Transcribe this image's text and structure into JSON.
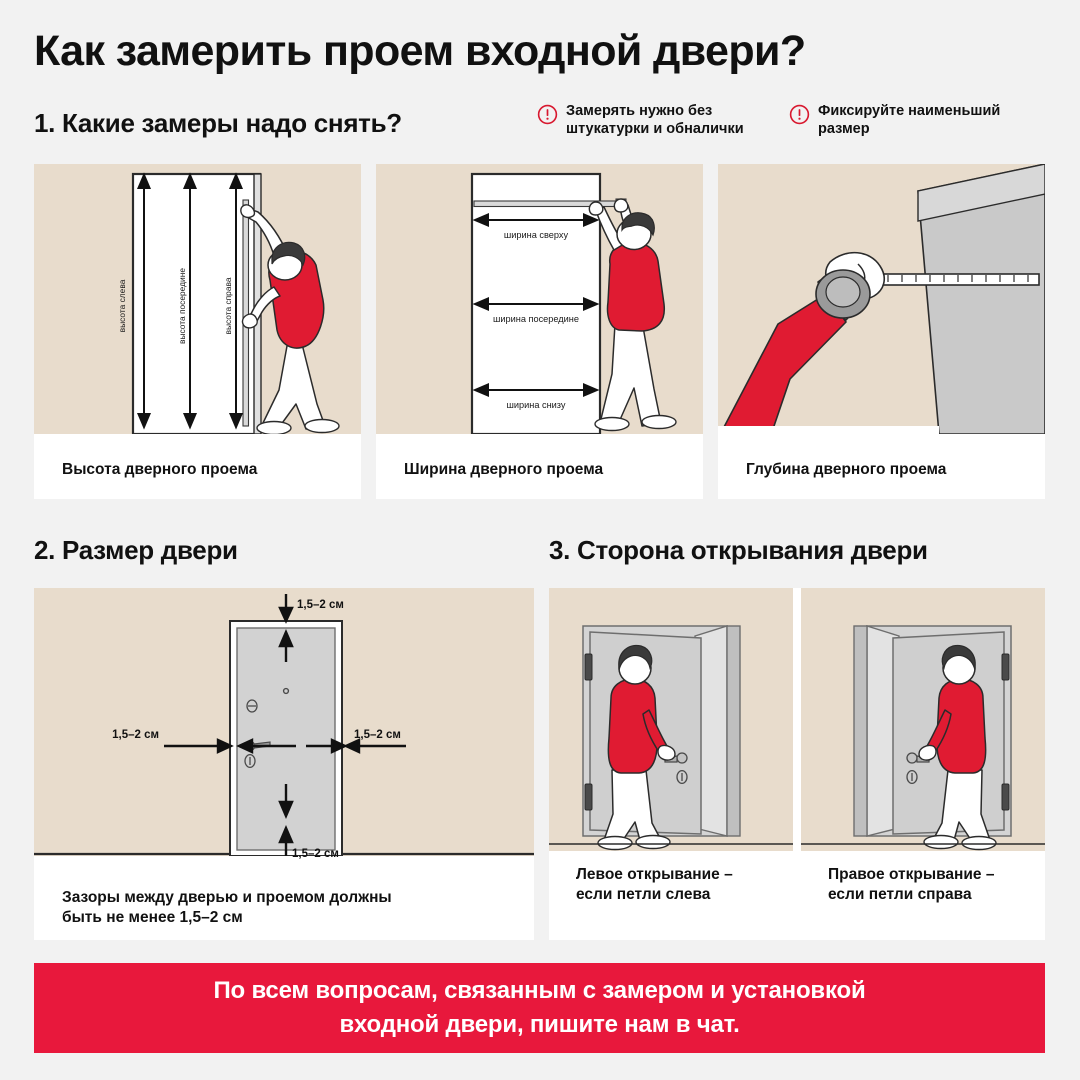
{
  "title": "Как замерить проем входной двери?",
  "steps": {
    "step1": "1. Какие замеры надо снять?",
    "step2": "2. Размер двери",
    "step3": "3. Сторона открывания двери"
  },
  "notes": [
    {
      "icon": "warning-circle-icon",
      "text": "Замерять нужно без штукатурки и обналички"
    },
    {
      "icon": "warning-circle-icon",
      "text": "Фиксируйте наименьший размер"
    }
  ],
  "cards": {
    "height": {
      "caption": "Высота дверного проема",
      "labels": [
        "высота слева",
        "высота посередине",
        "высота справа"
      ]
    },
    "width": {
      "caption": "Ширина дверного проема",
      "labels": [
        "ширина сверху",
        "ширина посередине",
        "ширина снизу"
      ]
    },
    "depth": {
      "caption": "Глубина дверного проема"
    },
    "gaps": {
      "caption": "Зазоры между дверью и проемом должны\nбыть не менее 1,5–2 см",
      "dimensions": {
        "top": "1,5–2 см",
        "left": "1,5–2 см",
        "right": "1,5–2 см",
        "bottom": "1,5–2 см"
      }
    },
    "sides": {
      "left_pane_caption": "Левое открывание –\nесли петли слева",
      "right_pane_caption": "Правое открывание –\nесли петли справа"
    }
  },
  "banner": {
    "text": "По всем вопросам, связанным с замером и установкой\nвходной двери, пишите нам в чат."
  },
  "colors": {
    "page_background": "#F2F2F2",
    "card_background": "#FFFFFF",
    "scene_background": "#E8DCCC",
    "accent_red": "#E8183C",
    "shirt_red": "#E01B32",
    "text_dark": "#111111",
    "door_gray": "#D2D2D2",
    "frame_gray": "#BFBFBF"
  }
}
